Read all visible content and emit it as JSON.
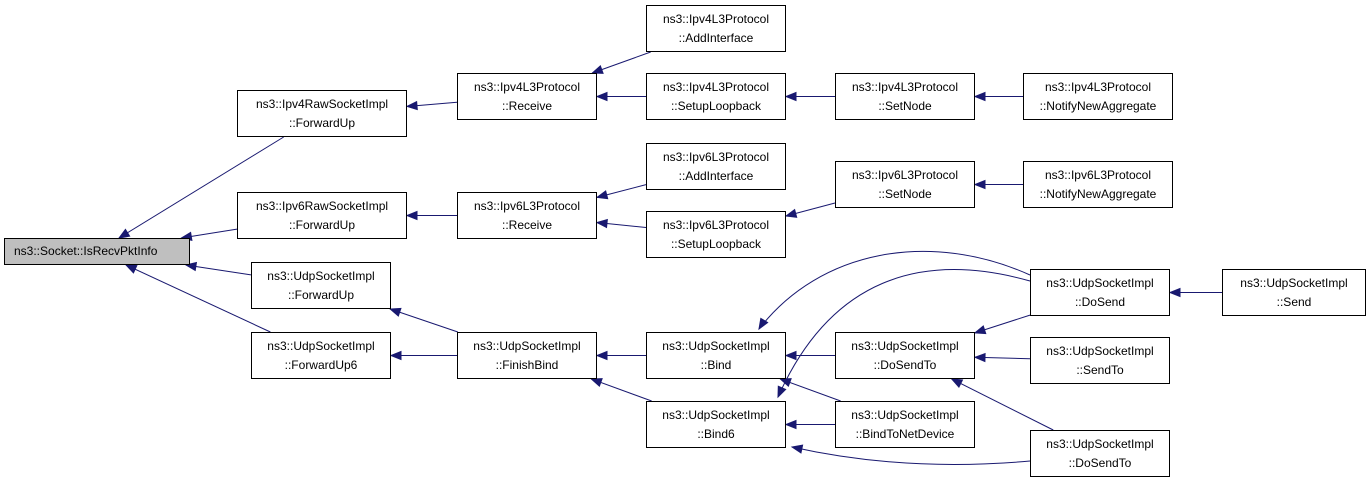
{
  "colors": {
    "edge": "#191970",
    "root_fill": "#bfbfbf",
    "node_border": "#000000"
  },
  "nodes": [
    {
      "id": "root",
      "lines": [
        "ns3::Socket::IsRecvPktInfo"
      ],
      "root": true
    },
    {
      "id": "ipv4raw",
      "lines": [
        "ns3::Ipv4RawSocketImpl",
        "::ForwardUp"
      ]
    },
    {
      "id": "ipv6raw",
      "lines": [
        "ns3::Ipv6RawSocketImpl",
        "::ForwardUp"
      ]
    },
    {
      "id": "udpfwd",
      "lines": [
        "ns3::UdpSocketImpl",
        "::ForwardUp"
      ]
    },
    {
      "id": "udpfwd6",
      "lines": [
        "ns3::UdpSocketImpl",
        "::ForwardUp6"
      ]
    },
    {
      "id": "ipv4recv",
      "lines": [
        "ns3::Ipv4L3Protocol",
        "::Receive"
      ]
    },
    {
      "id": "ipv6recv",
      "lines": [
        "ns3::Ipv6L3Protocol",
        "::Receive"
      ]
    },
    {
      "id": "finishbind",
      "lines": [
        "ns3::UdpSocketImpl",
        "::FinishBind"
      ]
    },
    {
      "id": "ipv4addif",
      "lines": [
        "ns3::Ipv4L3Protocol",
        "::AddInterface"
      ]
    },
    {
      "id": "ipv4loop",
      "lines": [
        "ns3::Ipv4L3Protocol",
        "::SetupLoopback"
      ]
    },
    {
      "id": "ipv6addif",
      "lines": [
        "ns3::Ipv6L3Protocol",
        "::AddInterface"
      ]
    },
    {
      "id": "ipv6loop",
      "lines": [
        "ns3::Ipv6L3Protocol",
        "::SetupLoopback"
      ]
    },
    {
      "id": "bind",
      "lines": [
        "ns3::UdpSocketImpl",
        "::Bind"
      ]
    },
    {
      "id": "bind6",
      "lines": [
        "ns3::UdpSocketImpl",
        "::Bind6"
      ]
    },
    {
      "id": "ipv4setnode",
      "lines": [
        "ns3::Ipv4L3Protocol",
        "::SetNode"
      ]
    },
    {
      "id": "ipv6setnode",
      "lines": [
        "ns3::Ipv6L3Protocol",
        "::SetNode"
      ]
    },
    {
      "id": "dosendto",
      "lines": [
        "ns3::UdpSocketImpl",
        "::DoSendTo"
      ]
    },
    {
      "id": "bindnetdev",
      "lines": [
        "ns3::UdpSocketImpl",
        "::BindToNetDevice"
      ]
    },
    {
      "id": "ipv4notify",
      "lines": [
        "ns3::Ipv4L3Protocol",
        "::NotifyNewAggregate"
      ]
    },
    {
      "id": "ipv6notify",
      "lines": [
        "ns3::Ipv6L3Protocol",
        "::NotifyNewAggregate"
      ]
    },
    {
      "id": "dosend",
      "lines": [
        "ns3::UdpSocketImpl",
        "::DoSend"
      ]
    },
    {
      "id": "sendto",
      "lines": [
        "ns3::UdpSocketImpl",
        "::SendTo"
      ]
    },
    {
      "id": "dosendto2",
      "lines": [
        "ns3::UdpSocketImpl",
        "::DoSendTo"
      ]
    },
    {
      "id": "send",
      "lines": [
        "ns3::UdpSocketImpl",
        "::Send"
      ]
    }
  ],
  "edges": [
    {
      "from": "ipv4raw",
      "to": "root"
    },
    {
      "from": "ipv6raw",
      "to": "root"
    },
    {
      "from": "udpfwd",
      "to": "root"
    },
    {
      "from": "udpfwd6",
      "to": "root"
    },
    {
      "from": "ipv4recv",
      "to": "ipv4raw"
    },
    {
      "from": "ipv6recv",
      "to": "ipv6raw"
    },
    {
      "from": "finishbind",
      "to": "udpfwd"
    },
    {
      "from": "finishbind",
      "to": "udpfwd6"
    },
    {
      "from": "ipv4addif",
      "to": "ipv4recv"
    },
    {
      "from": "ipv4loop",
      "to": "ipv4recv"
    },
    {
      "from": "ipv6addif",
      "to": "ipv6recv"
    },
    {
      "from": "ipv6loop",
      "to": "ipv6recv"
    },
    {
      "from": "bind",
      "to": "finishbind"
    },
    {
      "from": "bind6",
      "to": "finishbind"
    },
    {
      "from": "ipv4setnode",
      "to": "ipv4loop"
    },
    {
      "from": "ipv6setnode",
      "to": "ipv6loop"
    },
    {
      "from": "dosend",
      "to": "bind"
    },
    {
      "from": "dosendto",
      "to": "bind"
    },
    {
      "from": "bindnetdev",
      "to": "bind"
    },
    {
      "from": "dosend",
      "to": "bind6"
    },
    {
      "from": "bindnetdev",
      "to": "bind6"
    },
    {
      "from": "dosendto2",
      "to": "bind6"
    },
    {
      "from": "ipv4notify",
      "to": "ipv4setnode"
    },
    {
      "from": "ipv6notify",
      "to": "ipv6setnode"
    },
    {
      "from": "dosend",
      "to": "dosendto"
    },
    {
      "from": "sendto",
      "to": "dosendto"
    },
    {
      "from": "dosendto2",
      "to": "dosendto"
    },
    {
      "from": "send",
      "to": "dosend"
    }
  ]
}
